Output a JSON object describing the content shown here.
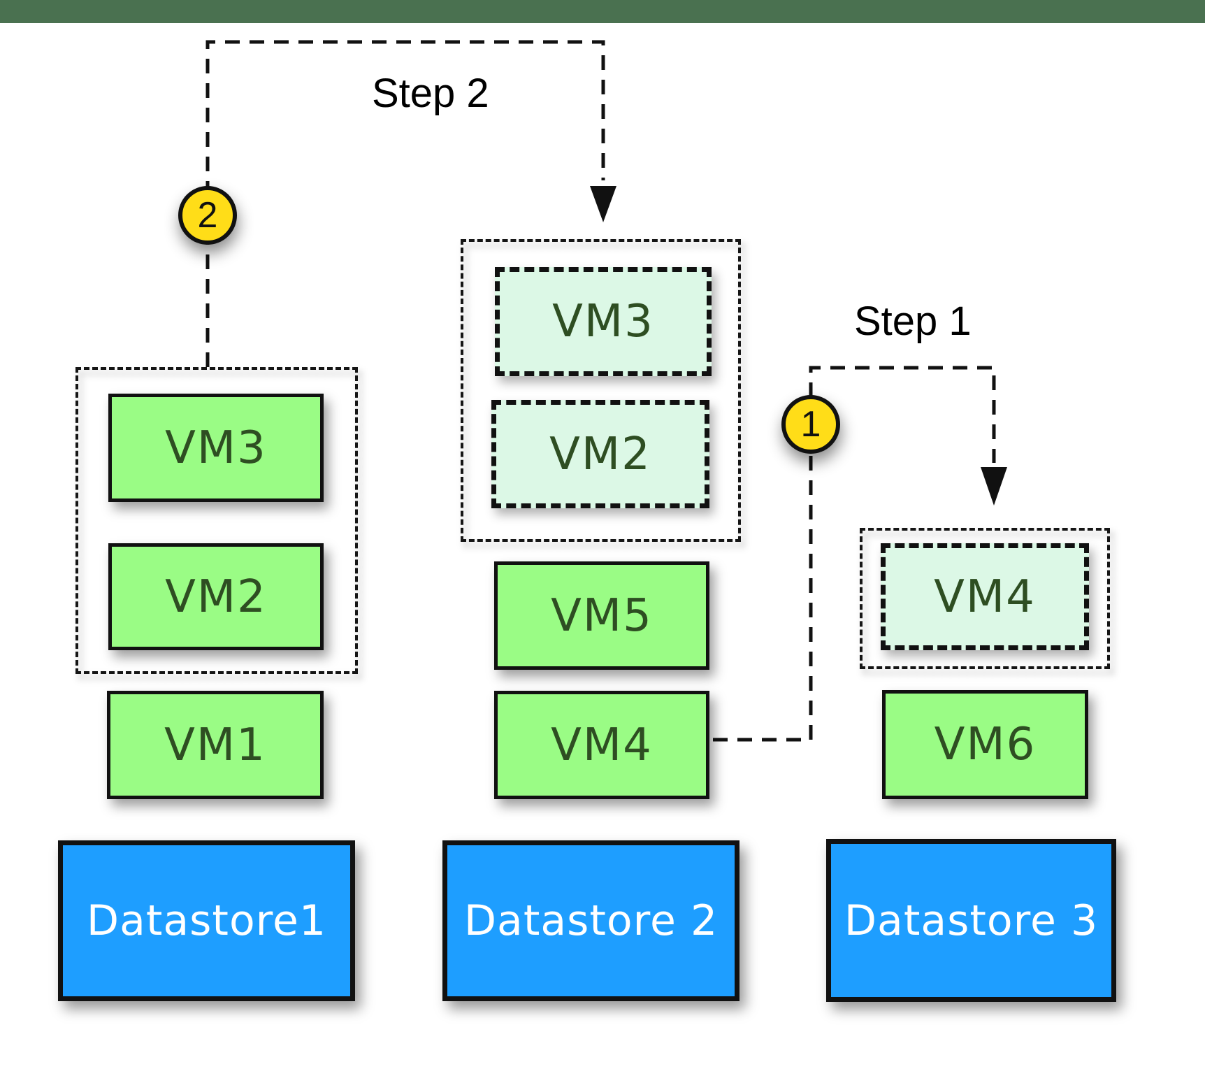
{
  "labels": {
    "step2": "Step 2",
    "step1": "Step 1",
    "badge2": "2",
    "badge1": "1"
  },
  "columns": {
    "left": {
      "group_vms": [
        "VM3",
        "VM2"
      ],
      "solo_vms": [
        "VM1"
      ],
      "datastore": "Datastore1"
    },
    "middle": {
      "ghost_vms": [
        "VM3",
        "VM2"
      ],
      "solo_vms": [
        "VM5",
        "VM4"
      ],
      "datastore": "Datastore 2"
    },
    "right": {
      "ghost_vms": [
        "VM4"
      ],
      "solo_vms": [
        "VM6"
      ],
      "datastore": "Datastore 3"
    }
  },
  "colors": {
    "top_bar": "#4a7150",
    "vm_fill": "#9afc85",
    "ghost_fill": "#dcf8e6",
    "vm_text": "#2e4e22",
    "datastore_fill": "#1e9eff",
    "datastore_text": "#ffffff",
    "badge_fill": "#ffdd18",
    "line": "#111111"
  }
}
